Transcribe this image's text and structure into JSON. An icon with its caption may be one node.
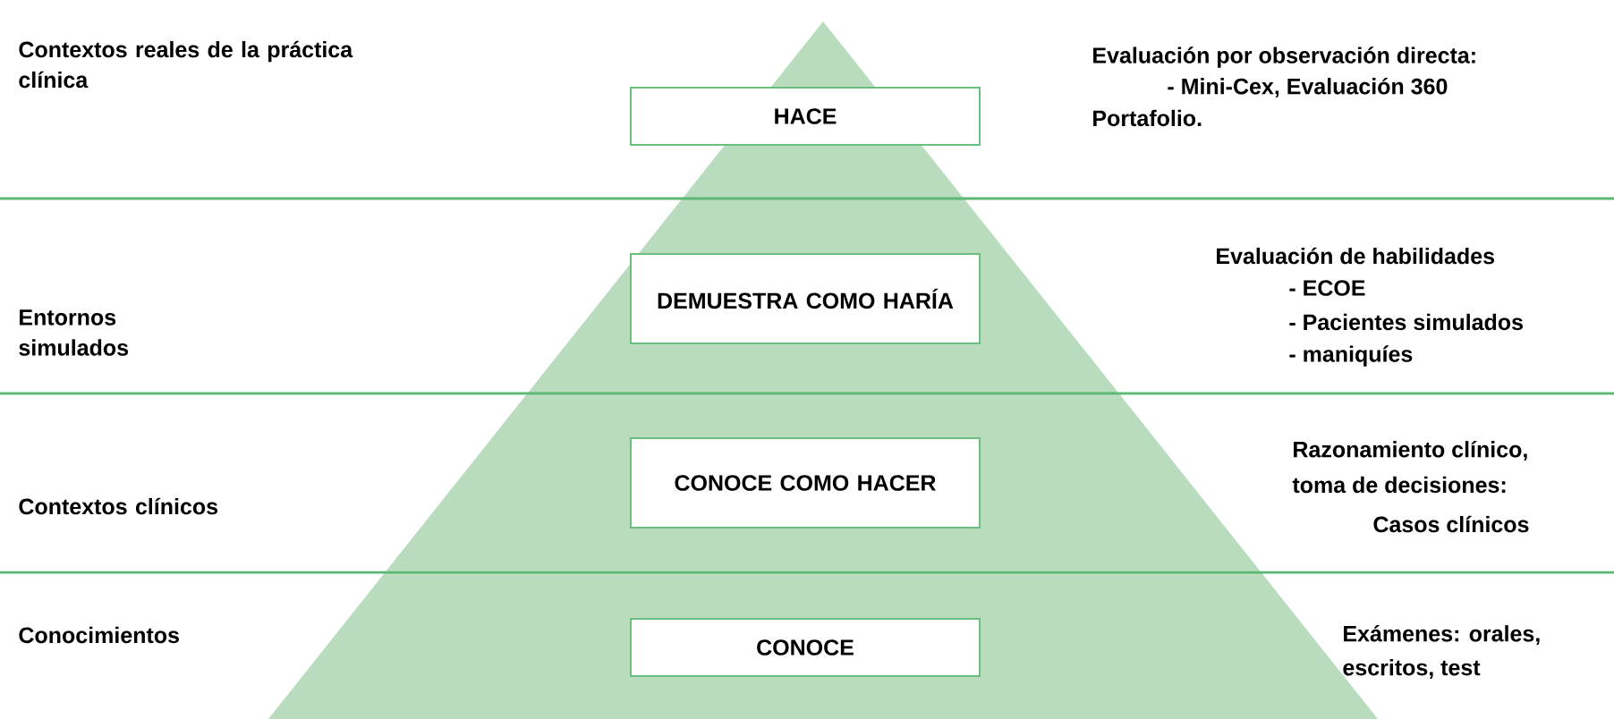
{
  "diagram": {
    "nodes": [
      {
        "text": [
          "HACE"
        ]
      },
      {
        "text": [
          "DEMUESTRA COMO HARÍA"
        ]
      },
      {
        "text": [
          "CONOCE COMO HACER"
        ]
      },
      {
        "text": [
          "CONOCE"
        ]
      }
    ],
    "labels": [
      "Contextos reales de la práctica clínica",
      "Evaluación por observación directa:",
      "- Mini-Cex, Evaluación 360",
      "Portafolio.",
      "Entornos simulados",
      "Evaluación de habilidades",
      "- ECOE",
      "- Pacientes simulados",
      "- maniquíes",
      "Contextos clínicos",
      "Razonamiento clínico,",
      "toma de decisiones:",
      "Casos clínicos",
      "Conocimientos",
      "Exámenes: orales,",
      "escritos, test"
    ]
  }
}
